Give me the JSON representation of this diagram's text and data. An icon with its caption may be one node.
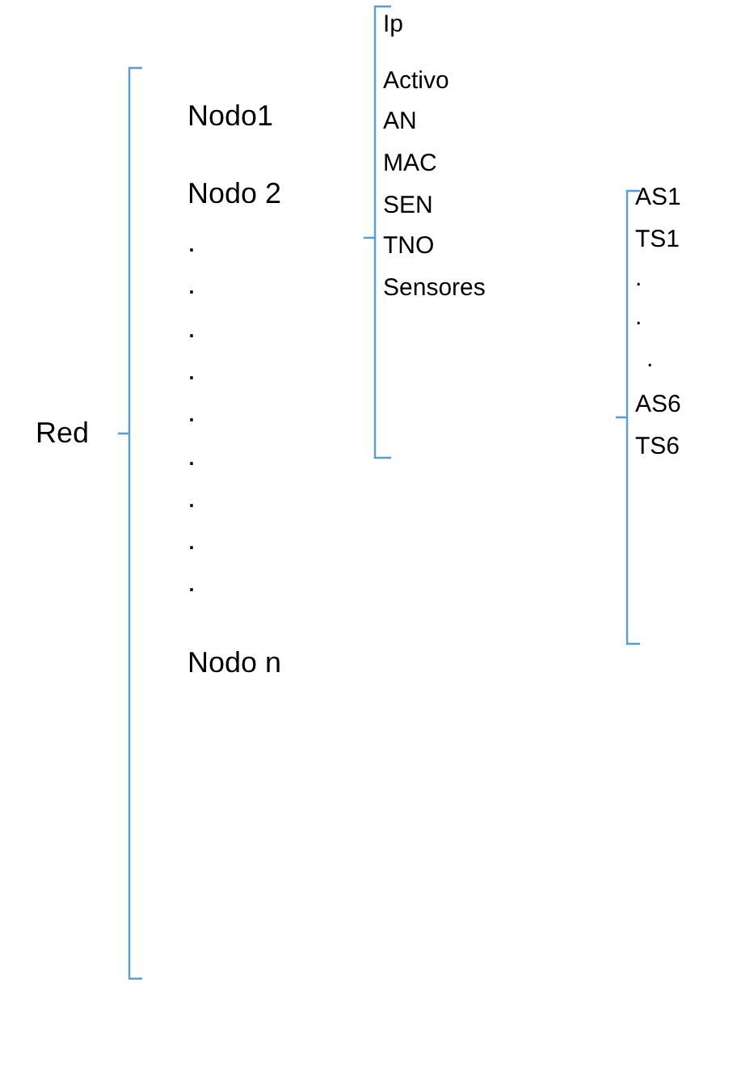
{
  "diagram": {
    "labels": [
      "Red",
      "Nodo1",
      "Nodo 2",
      ".",
      ".",
      ".",
      ".",
      ".",
      ".",
      ".",
      ".",
      ".",
      "Nodo n",
      "Ip",
      "Activo",
      "AN",
      "MAC",
      "SEN",
      "TNO",
      "Sensores",
      "AS1",
      "TS1",
      ".",
      ".",
      ".",
      "AS6",
      "TS6"
    ]
  }
}
